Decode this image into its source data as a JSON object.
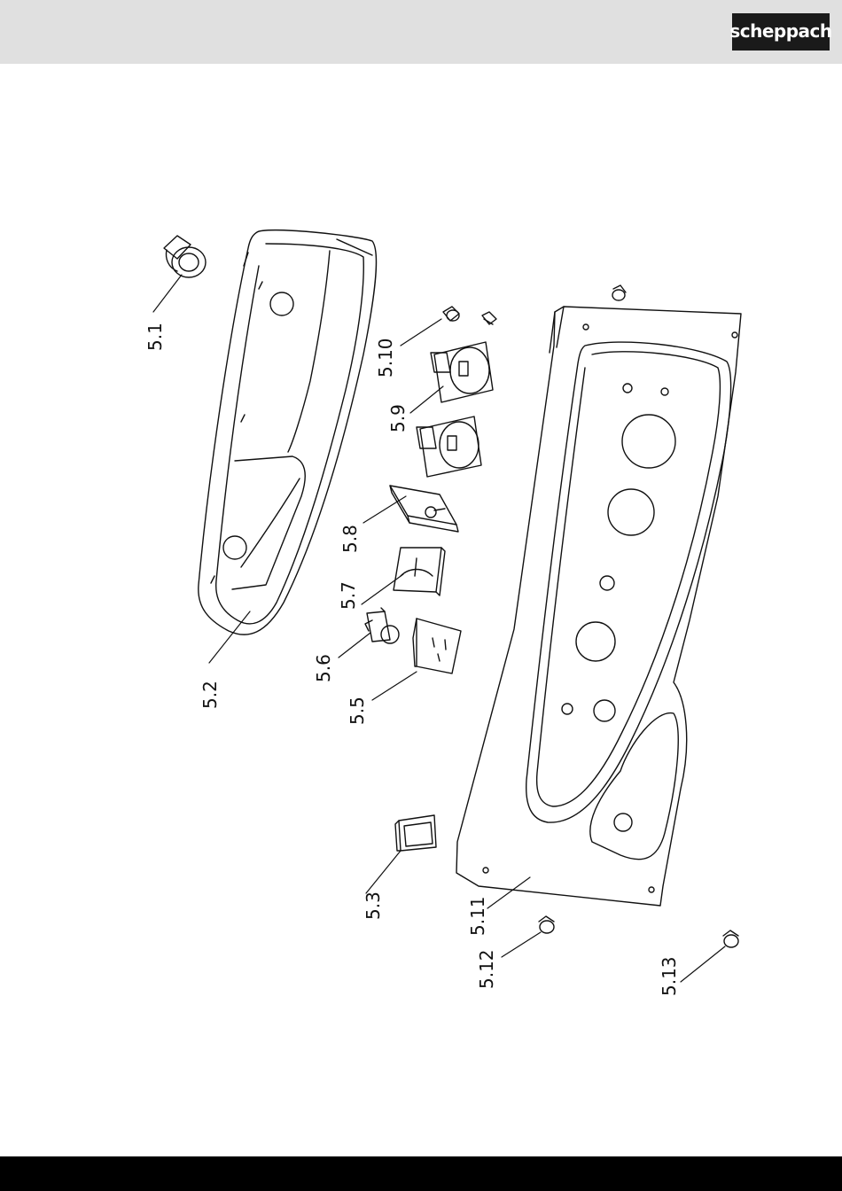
{
  "header": {
    "brand": "scheppach"
  },
  "colors": {
    "header_bg": "#e0e0e0",
    "logo_bg": "#1a1a1a",
    "footer_bg": "#000000",
    "line": "#111111"
  },
  "parts": {
    "p5_1": "5.1",
    "p5_2": "5.2",
    "p5_3": "5.3",
    "p5_5": "5.5",
    "p5_6": "5.6",
    "p5_7": "5.7",
    "p5_8": "5.8",
    "p5_9": "5.9",
    "p5_10": "5.10",
    "p5_11": "5.11",
    "p5_12": "5.12",
    "p5_13": "5.13"
  }
}
